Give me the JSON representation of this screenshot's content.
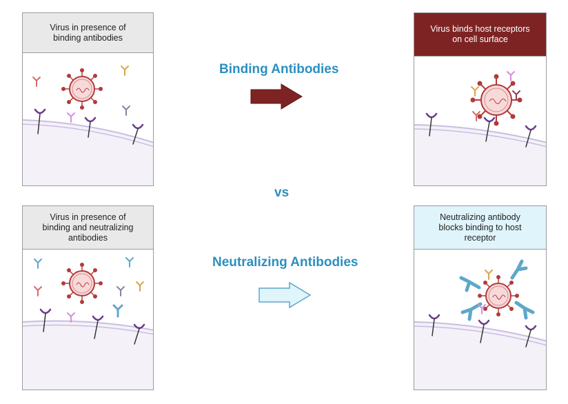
{
  "panels": {
    "top_left": {
      "title": "Virus in presence of\nbinding antibodies"
    },
    "top_right": {
      "title": "Virus binds host receptors\non cell surface"
    },
    "bottom_left": {
      "title": "Virus in presence of\nbinding and neutralizing\nantibodies"
    },
    "bottom_right": {
      "title": "Neutralizing antibody\nblocks binding to host\nreceptor"
    }
  },
  "labels": {
    "binding": "Binding Antibodies",
    "vs": "vs",
    "neutralizing": "Neutralizing Antibodies"
  },
  "colors": {
    "virus": "#b33a3a",
    "binding_arrow": "#7e2323",
    "neutralizing_arrow": "#dff4fb",
    "receptor": "#6a3b8c",
    "membrane": "#c9bde0",
    "cell": "#f4f1f8",
    "neutralizing_antibody": "#5ea7c9",
    "label": "#2c8fbe"
  },
  "icons": [
    "virus-icon",
    "antibody-icon",
    "receptor-icon",
    "cell-membrane",
    "arrow-right-icon"
  ]
}
